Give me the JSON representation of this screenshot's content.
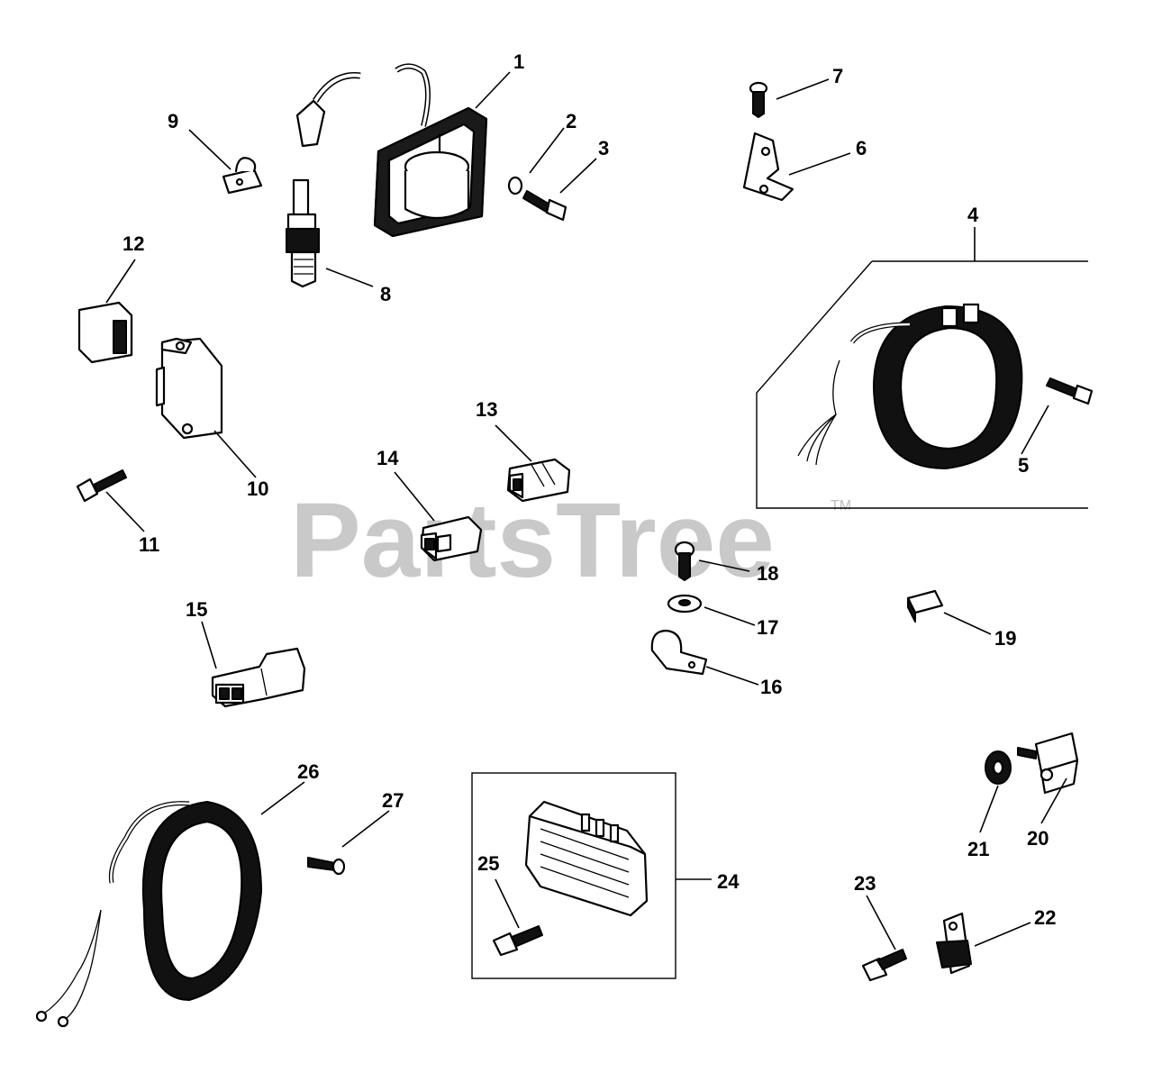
{
  "watermark": {
    "text": "PartsTree",
    "trademark": "TM"
  },
  "callouts": [
    {
      "id": "1",
      "label": "1"
    },
    {
      "id": "2",
      "label": "2"
    },
    {
      "id": "3",
      "label": "3"
    },
    {
      "id": "4",
      "label": "4"
    },
    {
      "id": "5",
      "label": "5"
    },
    {
      "id": "6",
      "label": "6"
    },
    {
      "id": "7",
      "label": "7"
    },
    {
      "id": "8",
      "label": "8"
    },
    {
      "id": "9",
      "label": "9"
    },
    {
      "id": "10",
      "label": "10"
    },
    {
      "id": "11",
      "label": "11"
    },
    {
      "id": "12",
      "label": "12"
    },
    {
      "id": "13",
      "label": "13"
    },
    {
      "id": "14",
      "label": "14"
    },
    {
      "id": "15",
      "label": "15"
    },
    {
      "id": "16",
      "label": "16"
    },
    {
      "id": "17",
      "label": "17"
    },
    {
      "id": "18",
      "label": "18"
    },
    {
      "id": "19",
      "label": "19"
    },
    {
      "id": "20",
      "label": "20"
    },
    {
      "id": "21",
      "label": "21"
    },
    {
      "id": "22",
      "label": "22"
    },
    {
      "id": "23",
      "label": "23"
    },
    {
      "id": "24",
      "label": "24"
    },
    {
      "id": "25",
      "label": "25"
    },
    {
      "id": "26",
      "label": "26"
    },
    {
      "id": "27",
      "label": "27"
    }
  ],
  "colors": {
    "ink": "#000000",
    "background": "#ffffff",
    "watermark": "#c9c9c9"
  }
}
